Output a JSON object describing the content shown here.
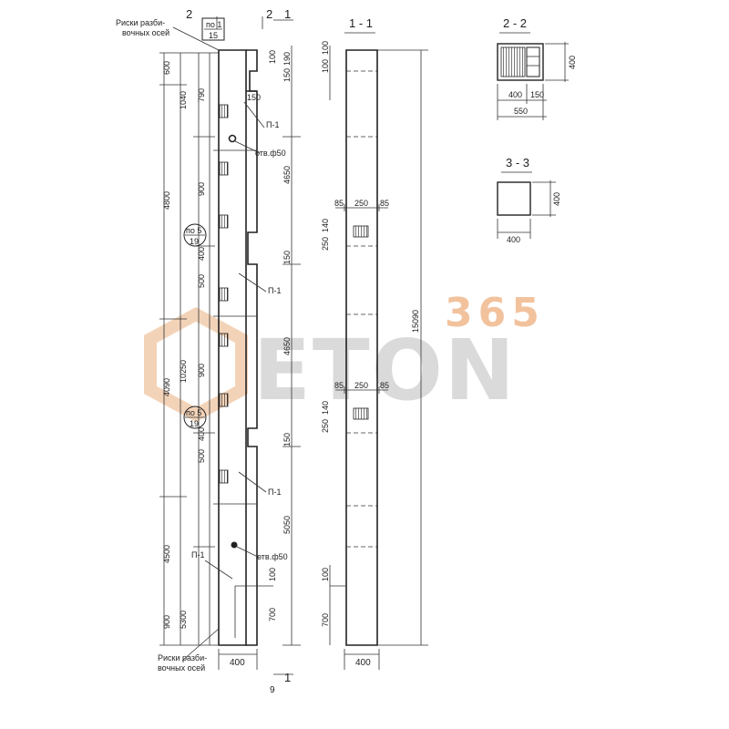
{
  "watermark": {
    "number": "365",
    "brand": "ETON"
  },
  "labels": {
    "marks_top_1": "Риски разби-",
    "marks_top_2": "вочных осей",
    "marks_bot_1": "Риски разби-",
    "marks_bot_2": "вочных осей",
    "hole_1": "отв.ф50",
    "hole_2": "отв.ф50",
    "p1": "П-1",
    "page": "9"
  },
  "callouts": {
    "top": {
      "num": "по 1",
      "den": "15"
    },
    "mid1": {
      "num": "по 5",
      "den": "19"
    },
    "mid2": {
      "num": "по 5",
      "den": "19"
    }
  },
  "sections": {
    "s11": "1 - 1",
    "s22": "2 - 2",
    "s33": "3 - 3",
    "cut2": "2",
    "cut1": "1"
  },
  "dims": {
    "d600": "600",
    "d1040": "1040",
    "d4800": "4800",
    "d4090": "4090",
    "d4500": "4500",
    "d900": "900",
    "d5300": "5300",
    "d10250": "10250",
    "d790": "790",
    "d900a": "900",
    "d500": "500",
    "d400": "400",
    "d900b": "900",
    "d500b": "500",
    "d400b": "400",
    "d4650": "4650",
    "d4650b": "4650",
    "d5050": "5050",
    "d700": "700",
    "d100": "100",
    "d150": "150",
    "d190": "190",
    "w400": "400",
    "w400b": "400",
    "s1_15090": "15090",
    "s1_85": "85",
    "s1_250": "250",
    "s1_140": "140",
    "s1_100": "100",
    "s1_700": "700",
    "s2_400": "400",
    "s2_150": "150",
    "s2_550": "550",
    "s2_h400": "400",
    "s3_400": "400",
    "s3_h400": "400"
  }
}
